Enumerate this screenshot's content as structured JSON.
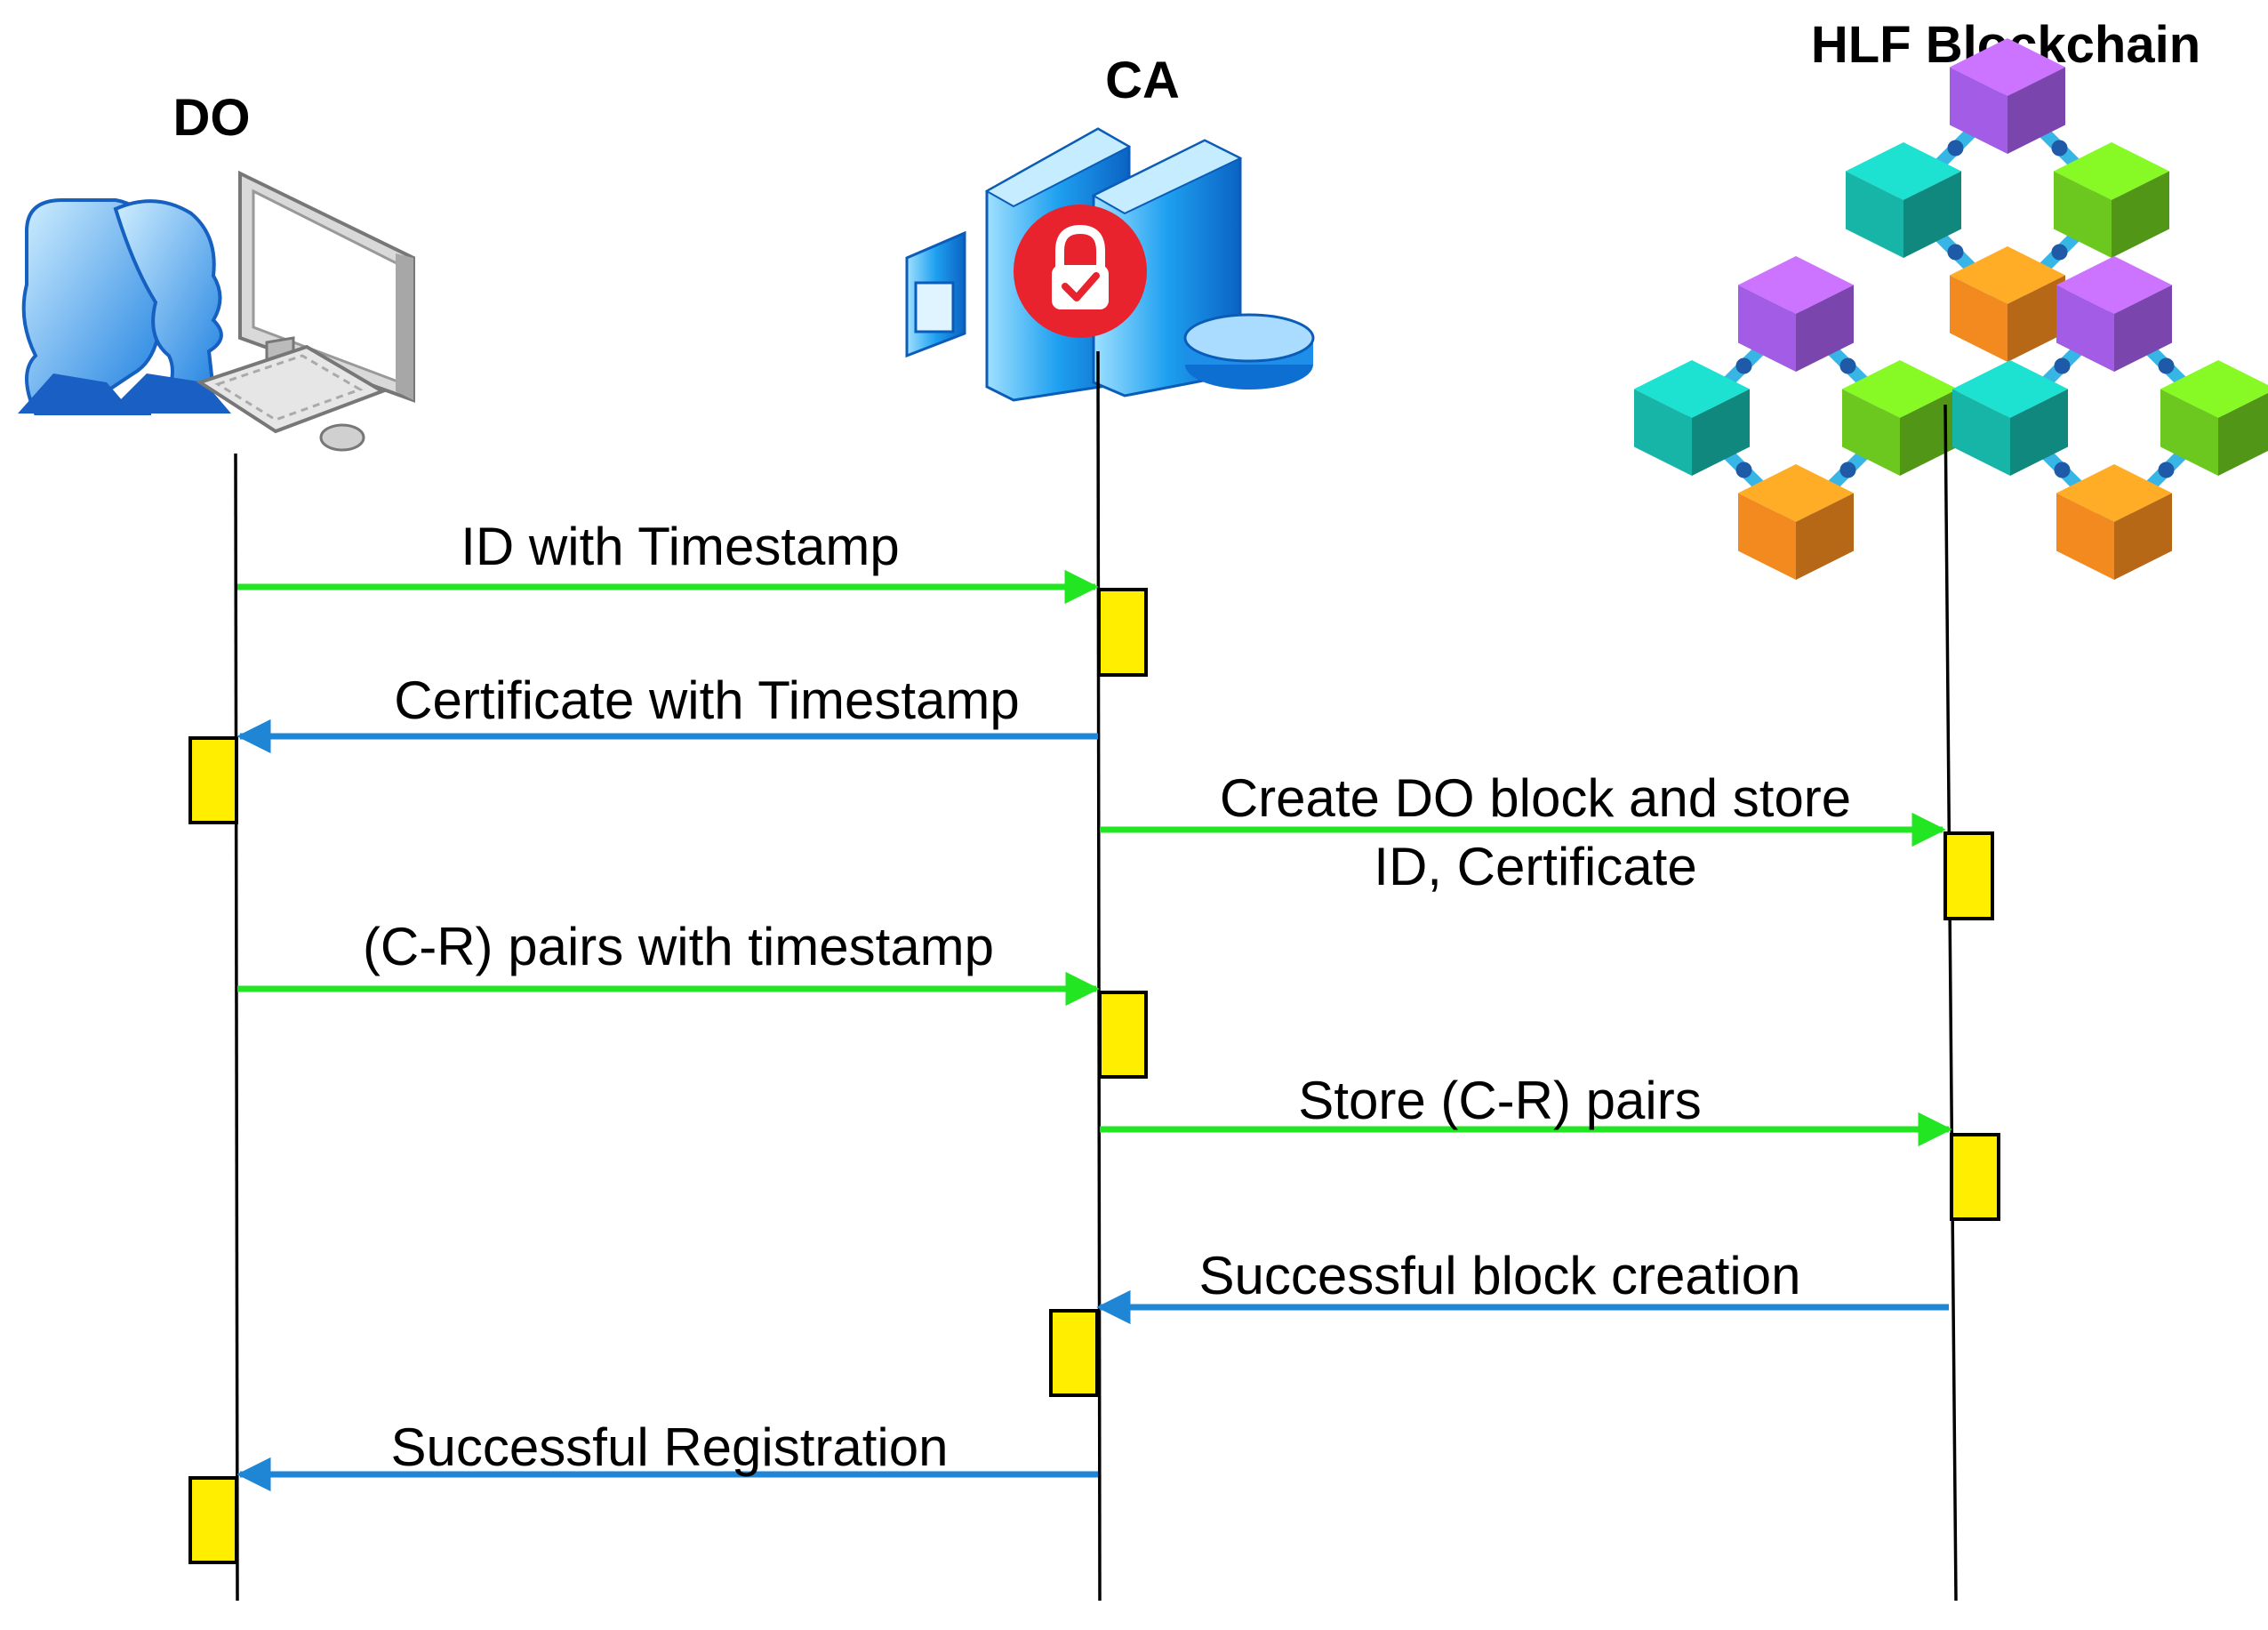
{
  "actors": {
    "do": {
      "title": "DO",
      "icon": "user-computer-icon"
    },
    "ca": {
      "title": "CA",
      "icon": "server-lock-icon"
    },
    "hlf": {
      "title": "HLF Blockchain",
      "icon": "blockchain-network-icon"
    }
  },
  "messages": [
    {
      "label": "ID with Timestamp",
      "from": "do",
      "to": "ca",
      "color": "#22e622"
    },
    {
      "label": "Certificate with Timestamp",
      "from": "ca",
      "to": "do",
      "color": "#1f86d6"
    },
    {
      "label": "Create DO block and store",
      "label2": "ID, Certificate",
      "from": "ca",
      "to": "hlf",
      "color": "#22e622"
    },
    {
      "label": "(C-R) pairs with timestamp",
      "from": "do",
      "to": "ca",
      "color": "#22e622"
    },
    {
      "label": "Store (C-R) pairs",
      "from": "ca",
      "to": "hlf",
      "color": "#22e622"
    },
    {
      "label": "Successful block creation",
      "from": "hlf",
      "to": "ca",
      "color": "#1f86d6"
    },
    {
      "label": "Successful Registration",
      "from": "ca",
      "to": "do",
      "color": "#1f86d6"
    }
  ],
  "colors": {
    "request_arrow": "#22e622",
    "response_arrow": "#1f86d6",
    "activation": "#ffee00"
  }
}
